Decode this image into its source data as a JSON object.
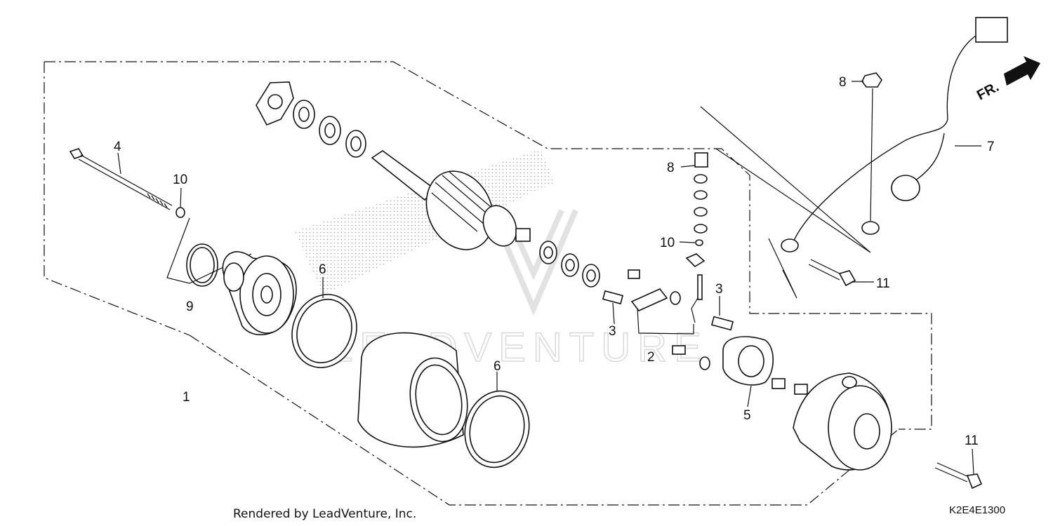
{
  "diagram": {
    "callouts": [
      {
        "id": "c1",
        "text": "1"
      },
      {
        "id": "c2",
        "text": "2"
      },
      {
        "id": "c3a",
        "text": "3"
      },
      {
        "id": "c3b",
        "text": "3"
      },
      {
        "id": "c4",
        "text": "4"
      },
      {
        "id": "c5",
        "text": "5"
      },
      {
        "id": "c6a",
        "text": "6"
      },
      {
        "id": "c6b",
        "text": "6"
      },
      {
        "id": "c7",
        "text": "7"
      },
      {
        "id": "c8a",
        "text": "8"
      },
      {
        "id": "c8b",
        "text": "8"
      },
      {
        "id": "c9",
        "text": "9"
      },
      {
        "id": "c10a",
        "text": "10"
      },
      {
        "id": "c10b",
        "text": "10"
      },
      {
        "id": "c11a",
        "text": "11"
      },
      {
        "id": "c11b",
        "text": "11"
      }
    ],
    "direction_label": "FR.",
    "watermark": "LEADVENTURE",
    "credit": "Rendered by LeadVenture, Inc.",
    "diagram_code": "K2E4E1300"
  }
}
